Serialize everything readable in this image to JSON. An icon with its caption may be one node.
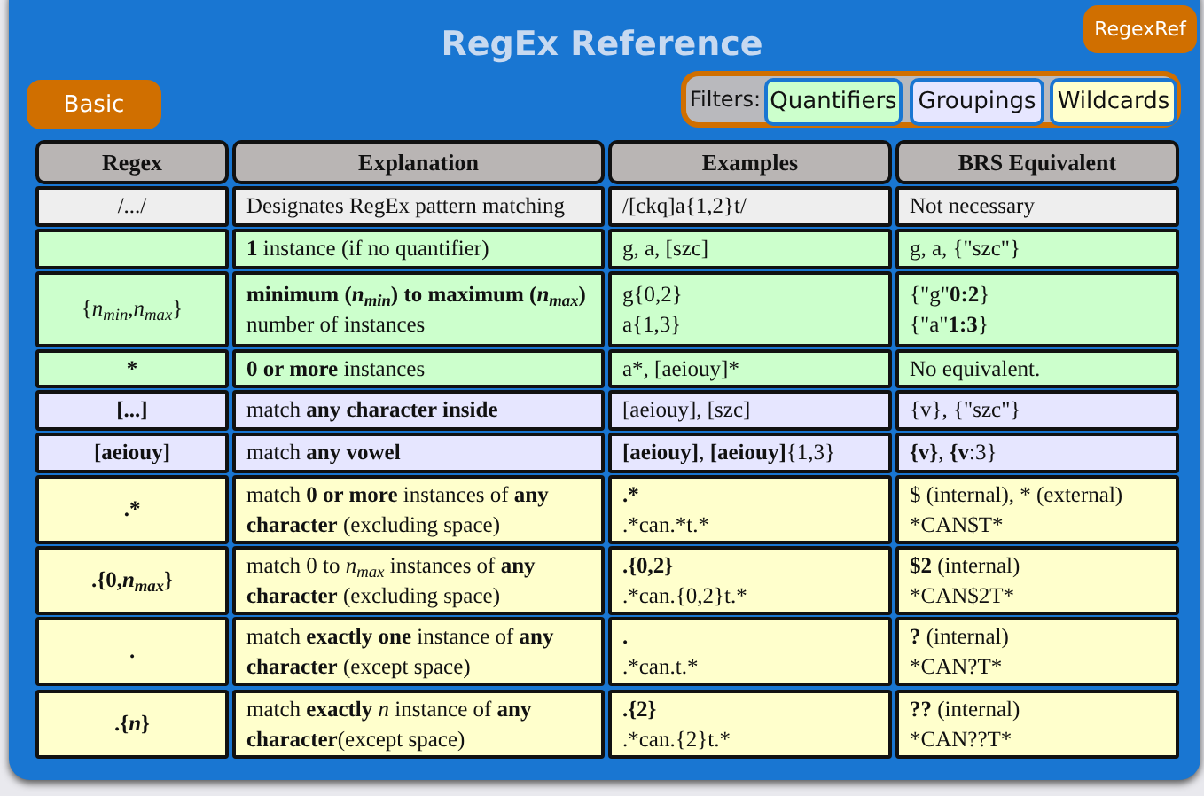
{
  "diagram": {
    "title": "RegEx Reference",
    "labels": [
      "RegexRef",
      "Basic",
      "Filters:",
      "Regex",
      "Explanation",
      "Examples",
      "BRS Equivalent",
      "/.../",
      "Designates RegEx pattern matching",
      "/[ckq]a{1,2}t/",
      "Not necessary",
      "**1** instance (if no quantifier)",
      "g, a, [szc]",
      "g, a, {\"szc\"}",
      "{*n*$_{min}$,*n*$_{max}$}",
      "**minimum (*n*$_{min}$) to maximum (*n*$_{max}$)** number of instances",
      "g{0,2}",
      "a{1,3}",
      "{\"g\"**0:2**}",
      "{\"a\"**1:3**}",
      "*",
      "**0 or more** instances",
      "a*, [aeiouy]*",
      "No equivalent.",
      "[...]",
      "match **any character inside**",
      "[aeiouy], [szc]",
      "{v}, {\"szc\"}",
      "[aeiouy]",
      "match **any vowel**",
      "**[aeiouy]**, **[aeiouy]**{1,3}",
      "**{v}**, **{v**:3}",
      ".*",
      "match **0 or more** instances of **any character** (excluding space)",
      ".*",
      ".*can.*t.*",
      "$ (internal), * (external)",
      "*CAN$T*",
      ".{0,*n*$_{max}$}",
      "match 0 to *n*$_{max}$ instances of **any character** (excluding space)",
      ".{0,2}",
      ".*can.{0,2}t.*",
      "**$2** (internal)",
      "*CAN$2T*",
      ".",
      "match **exactly one** instance of **any character** (except space)",
      ".",
      ".*can.t.*",
      "**?** (internal)",
      "*CAN?T*",
      ".{*n*}",
      "match **exactly** *n* instance of **any character**(except space)",
      ".{2}",
      ".*can.{2}t.*",
      "**??** (internal)",
      "*CAN??T*"
    ],
    "legend": [
      {
        "text": "Quantifiers",
        "color": "#ccffcc"
      },
      {
        "text": "Groupings",
        "color": "#e6e6ff"
      },
      {
        "text": "Wildcards",
        "color": "#ffffcc"
      }
    ]
  }
}
